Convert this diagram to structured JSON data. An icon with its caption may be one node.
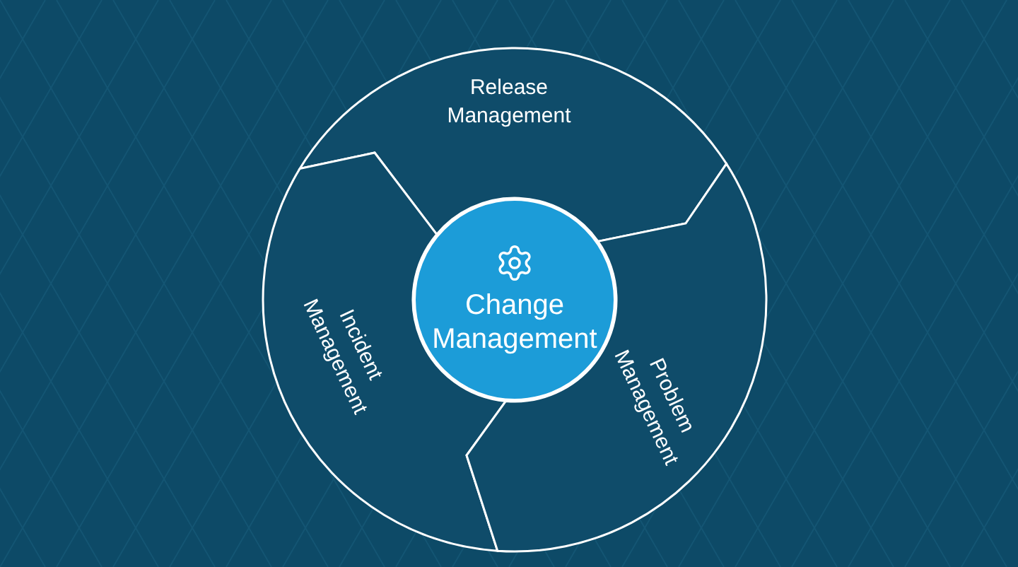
{
  "diagram": {
    "nodes": [
      {
        "text": [
          "Change Management"
        ]
      },
      {
        "text": [
          "Release Management"
        ]
      },
      {
        "text": [
          "Incident Management"
        ]
      },
      {
        "text": [
          "Problem Management"
        ]
      }
    ]
  }
}
